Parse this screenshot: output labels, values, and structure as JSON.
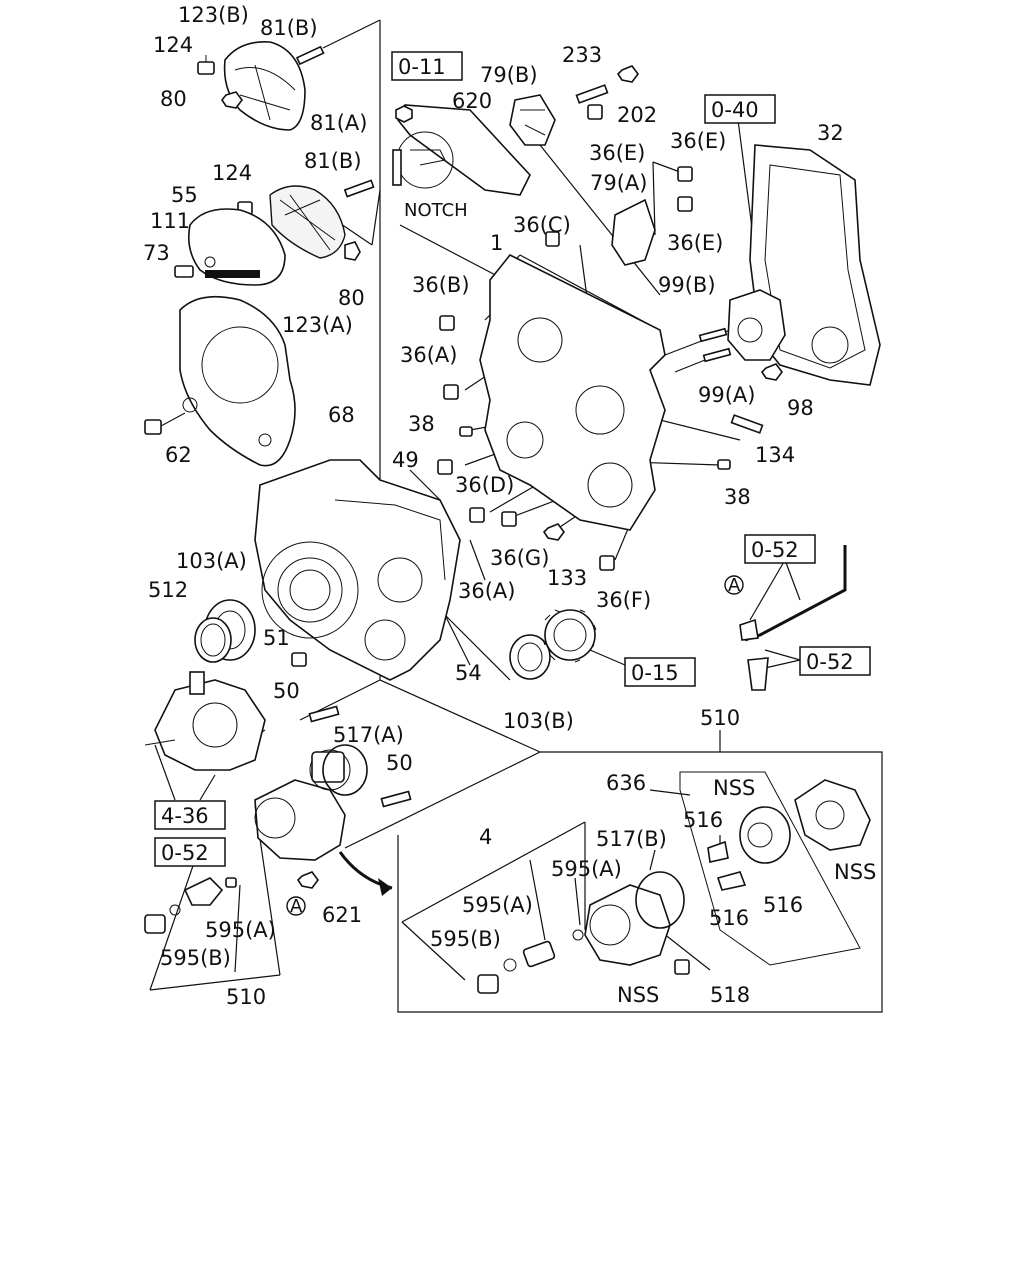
{
  "labels": [
    {
      "id": "l123b_top",
      "text": "123(B)"
    },
    {
      "id": "l81b_top",
      "text": "81(B)"
    },
    {
      "id": "l124_top",
      "text": "124"
    },
    {
      "id": "l80_top",
      "text": "80"
    },
    {
      "id": "l81a",
      "text": "81(A)"
    },
    {
      "id": "l81b_mid",
      "text": "81(B)"
    },
    {
      "id": "l124_mid",
      "text": "124"
    },
    {
      "id": "l55",
      "text": "55"
    },
    {
      "id": "l111",
      "text": "111"
    },
    {
      "id": "l73",
      "text": "73"
    },
    {
      "id": "l80_mid",
      "text": "80"
    },
    {
      "id": "l123a",
      "text": "123(A)"
    },
    {
      "id": "l68",
      "text": "68"
    },
    {
      "id": "l62",
      "text": "62"
    },
    {
      "id": "l620",
      "text": "620"
    },
    {
      "id": "lnotch",
      "text": "NOTCH"
    },
    {
      "id": "l79b",
      "text": "79(B)"
    },
    {
      "id": "l233",
      "text": "233"
    },
    {
      "id": "l202",
      "text": "202"
    },
    {
      "id": "l36e_1",
      "text": "36(E)"
    },
    {
      "id": "l36e_2",
      "text": "36(E)"
    },
    {
      "id": "l79a",
      "text": "79(A)"
    },
    {
      "id": "l36e_3",
      "text": "36(E)"
    },
    {
      "id": "l32",
      "text": "32"
    },
    {
      "id": "l36c",
      "text": "36(C)"
    },
    {
      "id": "l1",
      "text": "1"
    },
    {
      "id": "l36b",
      "text": "36(B)"
    },
    {
      "id": "l99b",
      "text": "99(B)"
    },
    {
      "id": "l36a_1",
      "text": "36(A)"
    },
    {
      "id": "l99a",
      "text": "99(A)"
    },
    {
      "id": "l98",
      "text": "98"
    },
    {
      "id": "l38_1",
      "text": "38"
    },
    {
      "id": "l134",
      "text": "134"
    },
    {
      "id": "l49",
      "text": "49"
    },
    {
      "id": "l36d",
      "text": "36(D)"
    },
    {
      "id": "l38_2",
      "text": "38"
    },
    {
      "id": "l36g",
      "text": "36(G)"
    },
    {
      "id": "l133",
      "text": "133"
    },
    {
      "id": "l36a_2",
      "text": "36(A)"
    },
    {
      "id": "l36f",
      "text": "36(F)"
    },
    {
      "id": "l103a",
      "text": "103(A)"
    },
    {
      "id": "l512",
      "text": "512"
    },
    {
      "id": "l51",
      "text": "51"
    },
    {
      "id": "l54",
      "text": "54"
    },
    {
      "id": "l50_1",
      "text": "50"
    },
    {
      "id": "l103b",
      "text": "103(B)"
    },
    {
      "id": "l510_top",
      "text": "510"
    },
    {
      "id": "l517a",
      "text": "517(A)"
    },
    {
      "id": "l50_2",
      "text": "50"
    },
    {
      "id": "l636",
      "text": "636"
    },
    {
      "id": "lnss_1",
      "text": "NSS"
    },
    {
      "id": "l516_1",
      "text": "516"
    },
    {
      "id": "l4",
      "text": "4"
    },
    {
      "id": "l517b",
      "text": "517(B)"
    },
    {
      "id": "l595a_1",
      "text": "595(A)"
    },
    {
      "id": "l595a_2",
      "text": "595(A)"
    },
    {
      "id": "l595b_1",
      "text": "595(B)"
    },
    {
      "id": "lnss_2",
      "text": "NSS"
    },
    {
      "id": "l516_2",
      "text": "516"
    },
    {
      "id": "l516_3",
      "text": "516"
    },
    {
      "id": "lnss_3",
      "text": "NSS"
    },
    {
      "id": "l518",
      "text": "518"
    },
    {
      "id": "l621",
      "text": "621"
    },
    {
      "id": "l595a_3",
      "text": "595(A)"
    },
    {
      "id": "l595b_2",
      "text": "595(B)"
    },
    {
      "id": "l510_bot",
      "text": "510"
    }
  ],
  "refs": [
    {
      "id": "r011",
      "text": "0-11"
    },
    {
      "id": "r040",
      "text": "0-40"
    },
    {
      "id": "r052_1",
      "text": "0-52"
    },
    {
      "id": "r052_2",
      "text": "0-52"
    },
    {
      "id": "r015",
      "text": "0-15"
    },
    {
      "id": "r436",
      "text": "4-36"
    },
    {
      "id": "r052_3",
      "text": "0-52"
    }
  ],
  "markers": [
    {
      "id": "ma1",
      "text": "A"
    },
    {
      "id": "ma2",
      "text": "A"
    }
  ]
}
